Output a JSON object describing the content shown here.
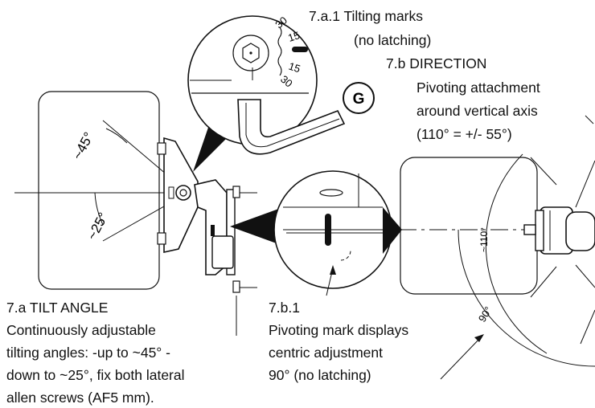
{
  "tilting_marks": {
    "title": "7.a.1 Tilting marks",
    "note": "(no latching)"
  },
  "direction": {
    "title": "7.b DIRECTION",
    "line1": "Pivoting attachment",
    "line2": "around vertical axis",
    "line3": "(110° = +/- 55°)"
  },
  "tilt_angle": {
    "title": "7.a TILT ANGLE",
    "line1": "Continuously adjustable",
    "line2": "tilting angles: -up to ~45° -",
    "line3": "down to ~25°, fix both lateral",
    "line4": "allen screws (AF5 mm)."
  },
  "pivot_mark": {
    "title": "7.b.1",
    "line1": "Pivoting mark displays",
    "line2": "centric adjustment",
    "line3": "90° (no latching)"
  },
  "angles": {
    "up": "~45°",
    "down": "~25°",
    "pivot_range": "~110°",
    "pivot_center": "90°"
  },
  "scale": {
    "t30a": "30",
    "t15a": "15",
    "t15b": "15",
    "t30b": "30",
    "deg": "°"
  },
  "badge": "G"
}
